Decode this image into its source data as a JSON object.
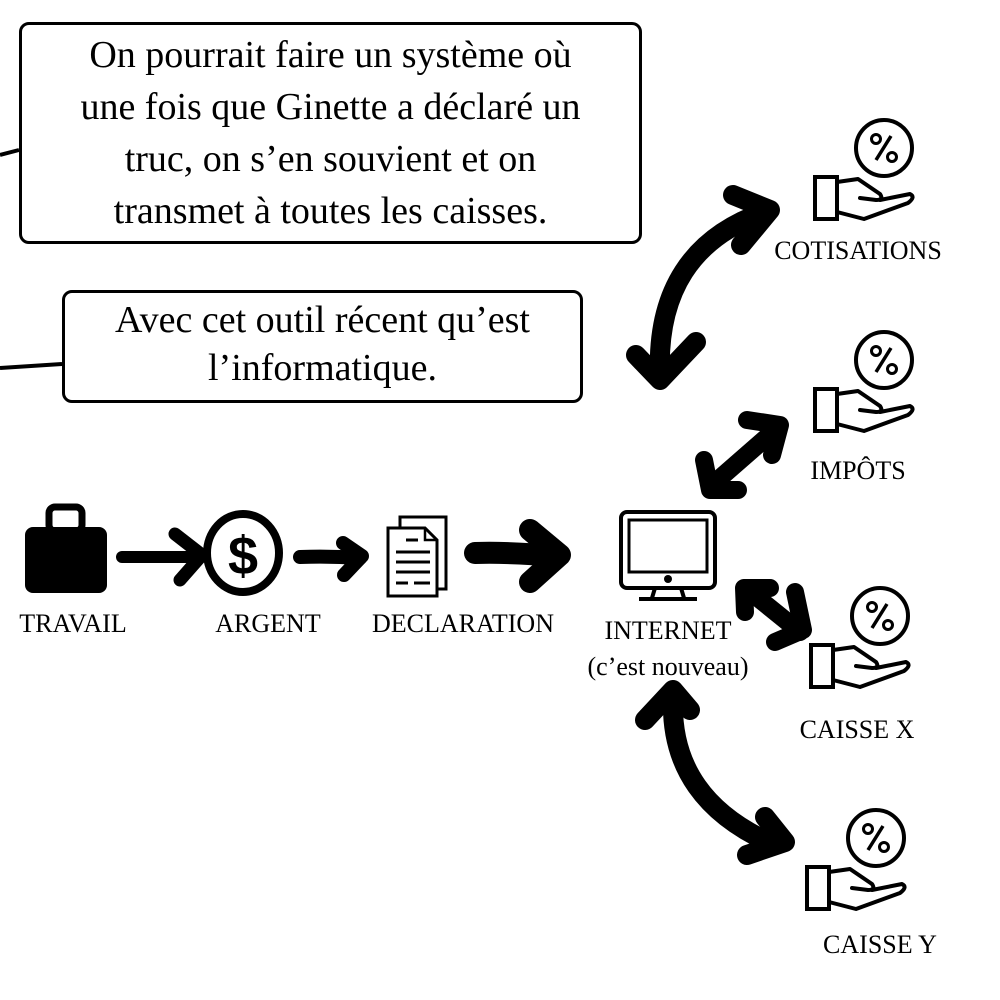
{
  "bubbles": {
    "top": {
      "lines": [
        "On pourrait faire un système où",
        "une fois que Ginette a déclaré un",
        "truc, on s’en souvient et on",
        "transmet à toutes les caisses."
      ]
    },
    "middle": {
      "lines": [
        "Avec cet outil récent qu’est",
        "l’informatique."
      ]
    }
  },
  "flow": {
    "travail": {
      "label": "TRAVAIL",
      "icon": "briefcase-icon"
    },
    "argent": {
      "label": "ARGENT",
      "icon": "dollar-coin-icon"
    },
    "declaration": {
      "label": "DECLARATION",
      "icon": "document-icon"
    },
    "internet": {
      "label": "INTERNET",
      "sublabel": "(c’est nouveau)",
      "icon": "computer-monitor-icon"
    }
  },
  "caisses": [
    {
      "label": "COTISATIONS",
      "icon": "hand-percent-icon"
    },
    {
      "label": "IMPÔTS",
      "icon": "hand-percent-icon"
    },
    {
      "label": "CAISSE X",
      "icon": "hand-percent-icon"
    },
    {
      "label": "CAISSE Y",
      "icon": "hand-percent-icon"
    }
  ],
  "colors": {
    "ink": "#000000",
    "background": "#ffffff"
  }
}
